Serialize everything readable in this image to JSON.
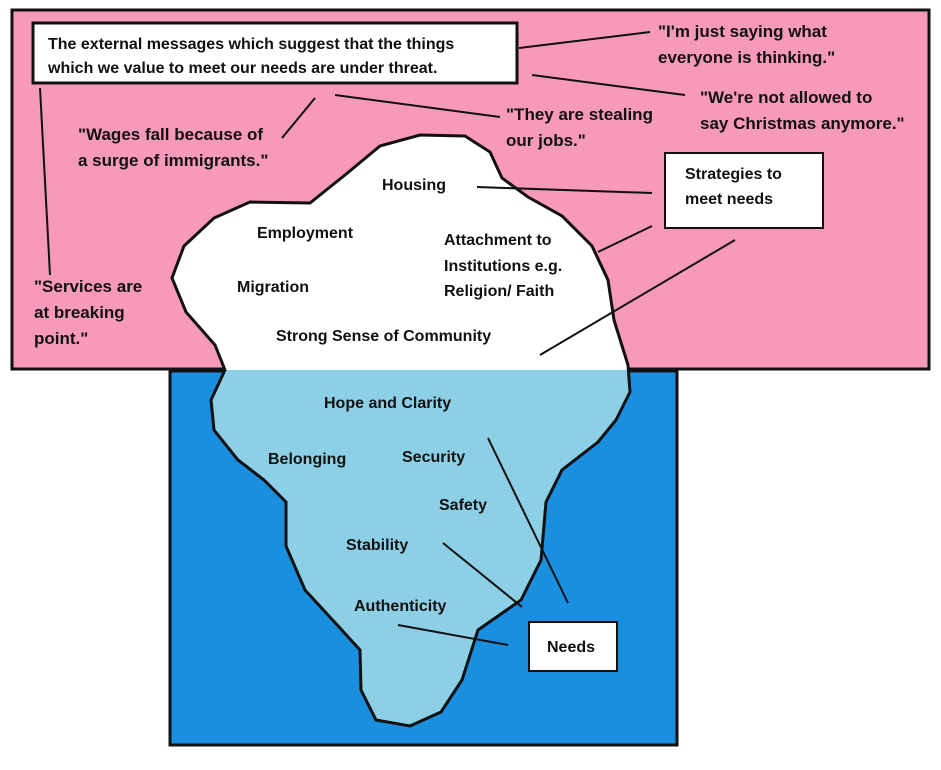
{
  "colors": {
    "surface": "#f79ab9",
    "water": "#1b8fdf",
    "iceberg_underwater": "#8dd0e6",
    "iceberg_top": "#ffffff"
  },
  "header_box": {
    "lines": [
      "The external messages which suggest that the things",
      "which we value to meet our needs are under threat."
    ]
  },
  "quotes": {
    "q1": [
      "\"I'm just saying what",
      "everyone is thinking.\""
    ],
    "q2": [
      "\"We're not allowed to",
      "say Christmas anymore.\""
    ],
    "q3": [
      "\"They are stealing",
      "our jobs.\""
    ],
    "q4": [
      "\"Wages fall because of",
      "a surge of immigrants.\""
    ],
    "q5": [
      "\"Services are",
      "at breaking",
      "point.\""
    ]
  },
  "strategies": {
    "label": [
      "Strategies to",
      "meet needs"
    ],
    "items": {
      "housing": "Housing",
      "employment": "Employment",
      "migration": "Migration",
      "attachment": [
        "Attachment to",
        "Institutions e.g.",
        "Religion/ Faith"
      ],
      "community": "Strong Sense of Community"
    }
  },
  "needs": {
    "label": "Needs",
    "items": {
      "hope": "Hope and Clarity",
      "belonging": "Belonging",
      "security": "Security",
      "safety": "Safety",
      "stability": "Stability",
      "authenticity": "Authenticity"
    }
  }
}
